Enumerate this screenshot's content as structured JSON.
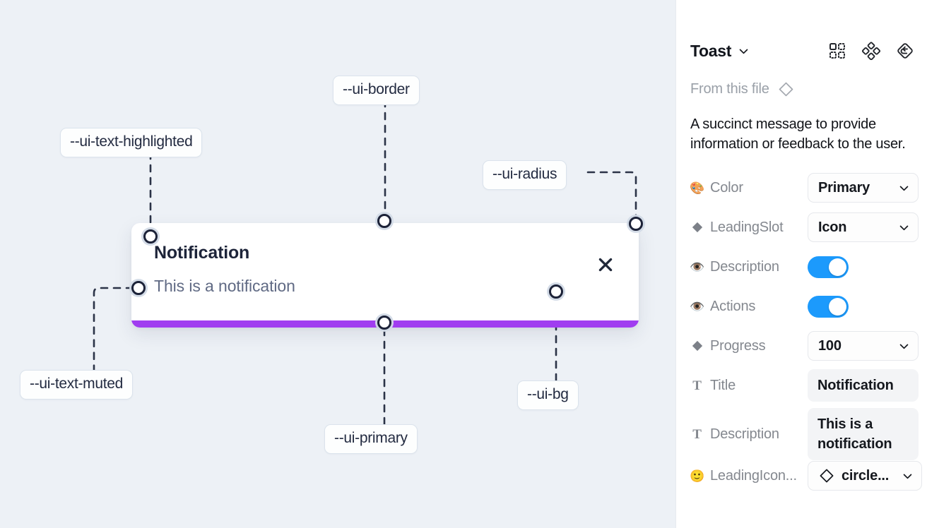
{
  "canvas": {
    "background_color": "#edf1f6",
    "toast": {
      "title": "Notification",
      "description": "This is a notification",
      "close_icon": "close-x-icon",
      "progress_color": "#a03df0",
      "background_color": "#ffffff"
    },
    "annotations": [
      {
        "id": "ui-text-highlighted",
        "label": "--ui-text-highlighted"
      },
      {
        "id": "ui-border",
        "label": "--ui-border"
      },
      {
        "id": "ui-radius",
        "label": "--ui-radius"
      },
      {
        "id": "ui-text-muted",
        "label": "--ui-text-muted"
      },
      {
        "id": "ui-primary",
        "label": "--ui-primary"
      },
      {
        "id": "ui-bg",
        "label": "--ui-bg"
      }
    ]
  },
  "panel": {
    "title": "Toast",
    "title_chevron_icon": "chevron-down-icon",
    "header_icons": [
      {
        "name": "component-grid-icon"
      },
      {
        "name": "component-diamonds-icon"
      },
      {
        "name": "reset-instance-icon"
      }
    ],
    "from_file_label": "From this file",
    "from_file_icon": "diamond-outline-icon",
    "description": "A succinct message to provide information or feedback to the user.",
    "properties": [
      {
        "icon": "palette-emoji",
        "icon_glyph": "🎨",
        "label": "Color",
        "control": "select",
        "value": "Primary"
      },
      {
        "icon": "diamond-filled",
        "icon_glyph": "",
        "label": "LeadingSlot",
        "control": "select",
        "value": "Icon"
      },
      {
        "icon": "eye-emoji",
        "icon_glyph": "👁️",
        "label": "Description",
        "control": "toggle",
        "value": "on"
      },
      {
        "icon": "eye-emoji",
        "icon_glyph": "👁️",
        "label": "Actions",
        "control": "toggle",
        "value": "on"
      },
      {
        "icon": "diamond-filled",
        "icon_glyph": "",
        "label": "Progress",
        "control": "select",
        "value": "100"
      },
      {
        "icon": "text-t-icon",
        "icon_glyph": "T",
        "label": "Title",
        "control": "text",
        "value": "Notification"
      },
      {
        "icon": "text-t-icon",
        "icon_glyph": "T",
        "label": "Description",
        "control": "text",
        "value": "This is a notification"
      },
      {
        "icon": "smiley-emoji",
        "icon_glyph": "🙂",
        "label": "LeadingIcon...",
        "control": "icon-select",
        "value": "circle..."
      }
    ],
    "toggle_on_color": "#1c9afc"
  }
}
